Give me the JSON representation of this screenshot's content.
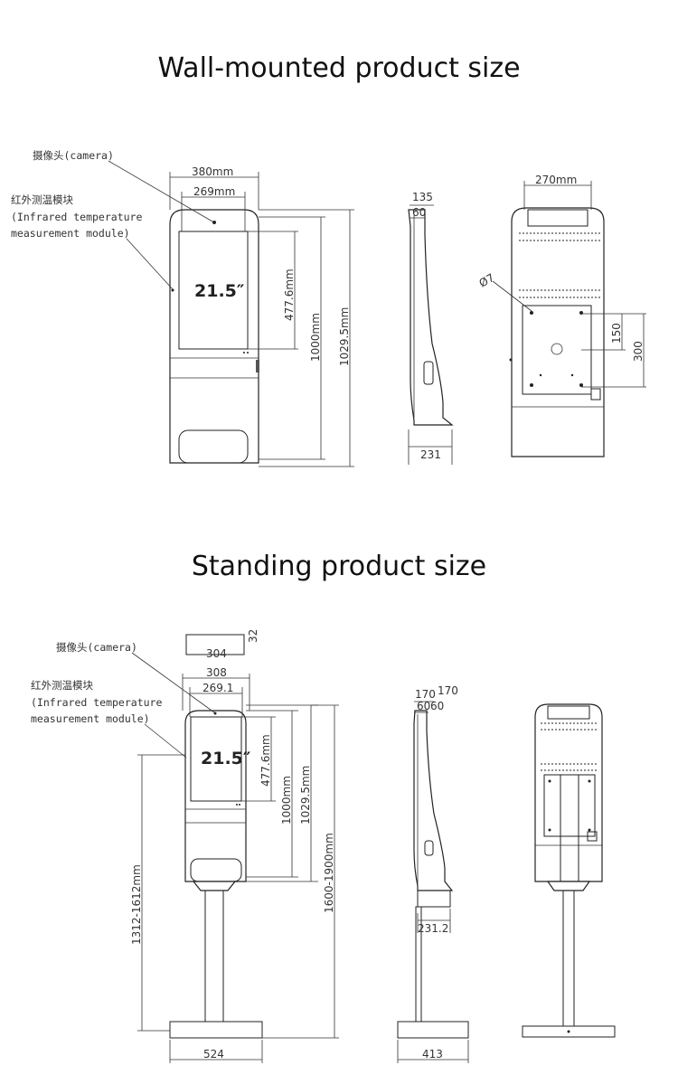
{
  "wall": {
    "title": "Wall-mounted product size",
    "label_camera": "摄像头(camera)",
    "label_infrared_cn": "红外测温模块",
    "label_infrared_en1": "(Infrared temperature",
    "label_infrared_en2": "measurement module)",
    "dim_width": "380mm",
    "dim_screen_width": "269mm",
    "dim_screen_height": "477.6mm",
    "dim_height": "1000mm",
    "dim_total_height": "1029.5mm",
    "screen_size": "21.5″",
    "side_top": "135",
    "side_top2": "60",
    "side_bottom": "231",
    "back_width": "270mm",
    "back_hole": "Ø7",
    "back_150": "150",
    "back_300": "300"
  },
  "stand": {
    "title": "Standing product size",
    "label_camera": "摄像头(camera)",
    "label_infrared_cn": "红外测温模块",
    "label_infrared_en1": "(Infrared temperature",
    "label_infrared_en2": "measurement module)",
    "dim_top": "304",
    "dim_top_small": "32",
    "dim_width": "308",
    "dim_screen_width": "269.1",
    "dim_screen_height": "477.6mm",
    "dim_height": "1000mm",
    "dim_total_height": "1029.5mm",
    "dim_stand_height": "1600-1900mm",
    "dim_base_height": "1312-1612mm",
    "dim_base_width": "524",
    "screen_size": "21.5″",
    "side_top_small": "170",
    "side_top_small2": "60",
    "side_top": "170",
    "side_top2": "60",
    "side_mid": "231.2",
    "side_base": "413"
  }
}
